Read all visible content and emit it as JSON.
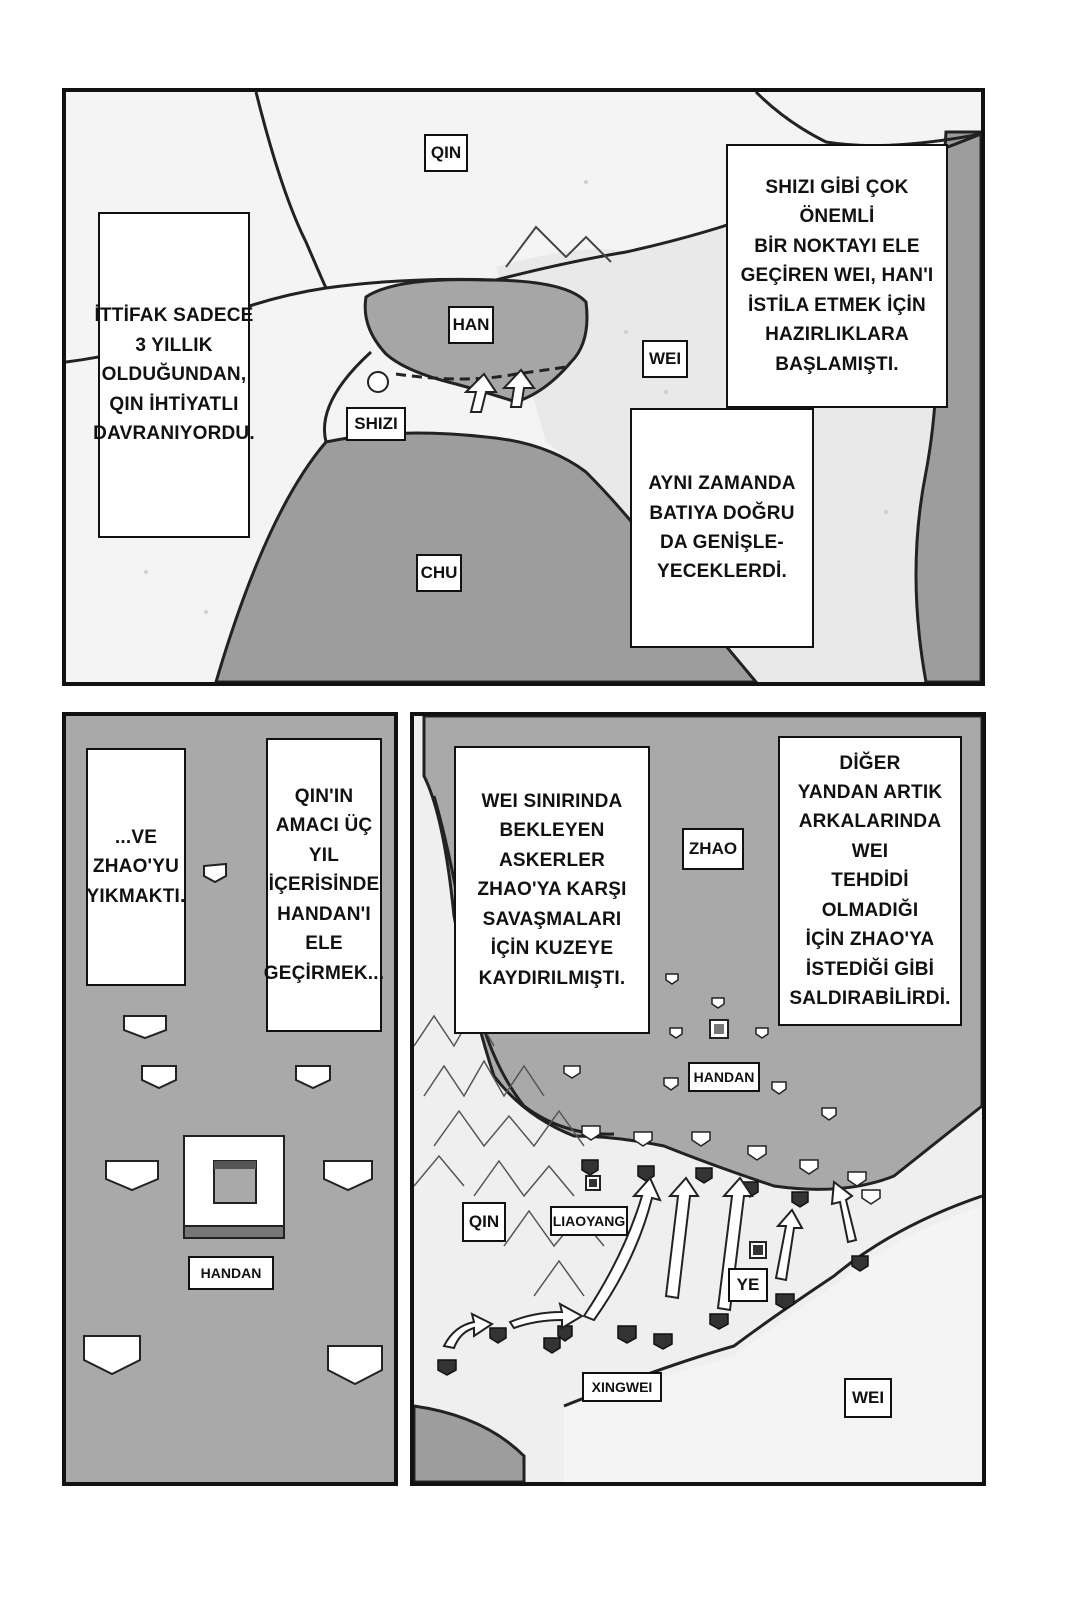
{
  "panel_top": {
    "labels": {
      "qin": "QIN",
      "han": "HAN",
      "wei": "WEI",
      "shizi": "SHIZI",
      "chu": "CHU"
    },
    "captions": {
      "left": "İTTİFAK SADECE\n3 YILLIK\nOLDUĞUNDAN,\nQIN İHTİYATLI\nDAVRANIYORDU.",
      "right_top": "SHIZI GİBİ ÇOK ÖNEMLİ\nBİR NOKTAYI ELE\nGEÇİREN WEI, HAN'I\nİSTİLA ETMEK İÇİN\nHAZIRLIKLARA\nBAŞLAMIŞTI.",
      "right_bottom": "AYNI ZAMANDA\nBATIYA DOĞRU\nDA GENİŞLE-\nYECEKLERDİ."
    }
  },
  "panel_bottom_left": {
    "labels": {
      "handan": "HANDAN"
    },
    "captions": {
      "left": "...VE\nZHAO'YU\nYIKMAKTI.",
      "right": "QIN'IN\nAMACI ÜÇ\nYIL\nİÇERİSİNDE\nHANDAN'I\nELE\nGEÇİRMEK..."
    }
  },
  "panel_bottom_right": {
    "labels": {
      "zhao": "ZHAO",
      "handan": "HANDAN",
      "qin": "QIN",
      "liaoyang": "LIAOYANG",
      "ye": "YE",
      "xingwei": "XINGWEI",
      "wei": "WEI"
    },
    "captions": {
      "left": "WEI SINIRINDA\nBEKLEYEN ASKERLER\nZHAO'YA KARŞI\nSAVAŞMALARI\nİÇİN KUZEYE\nKAYDIRILMIŞTI.",
      "right": "DİĞER\nYANDAN ARTIK\nARKALARINDA WEI\nTEHDİDİ OLMADIĞI\nİÇİN ZHAO'YA\nİSTEDİĞİ GİBİ\nSALDIRABİLİRDİ."
    }
  }
}
